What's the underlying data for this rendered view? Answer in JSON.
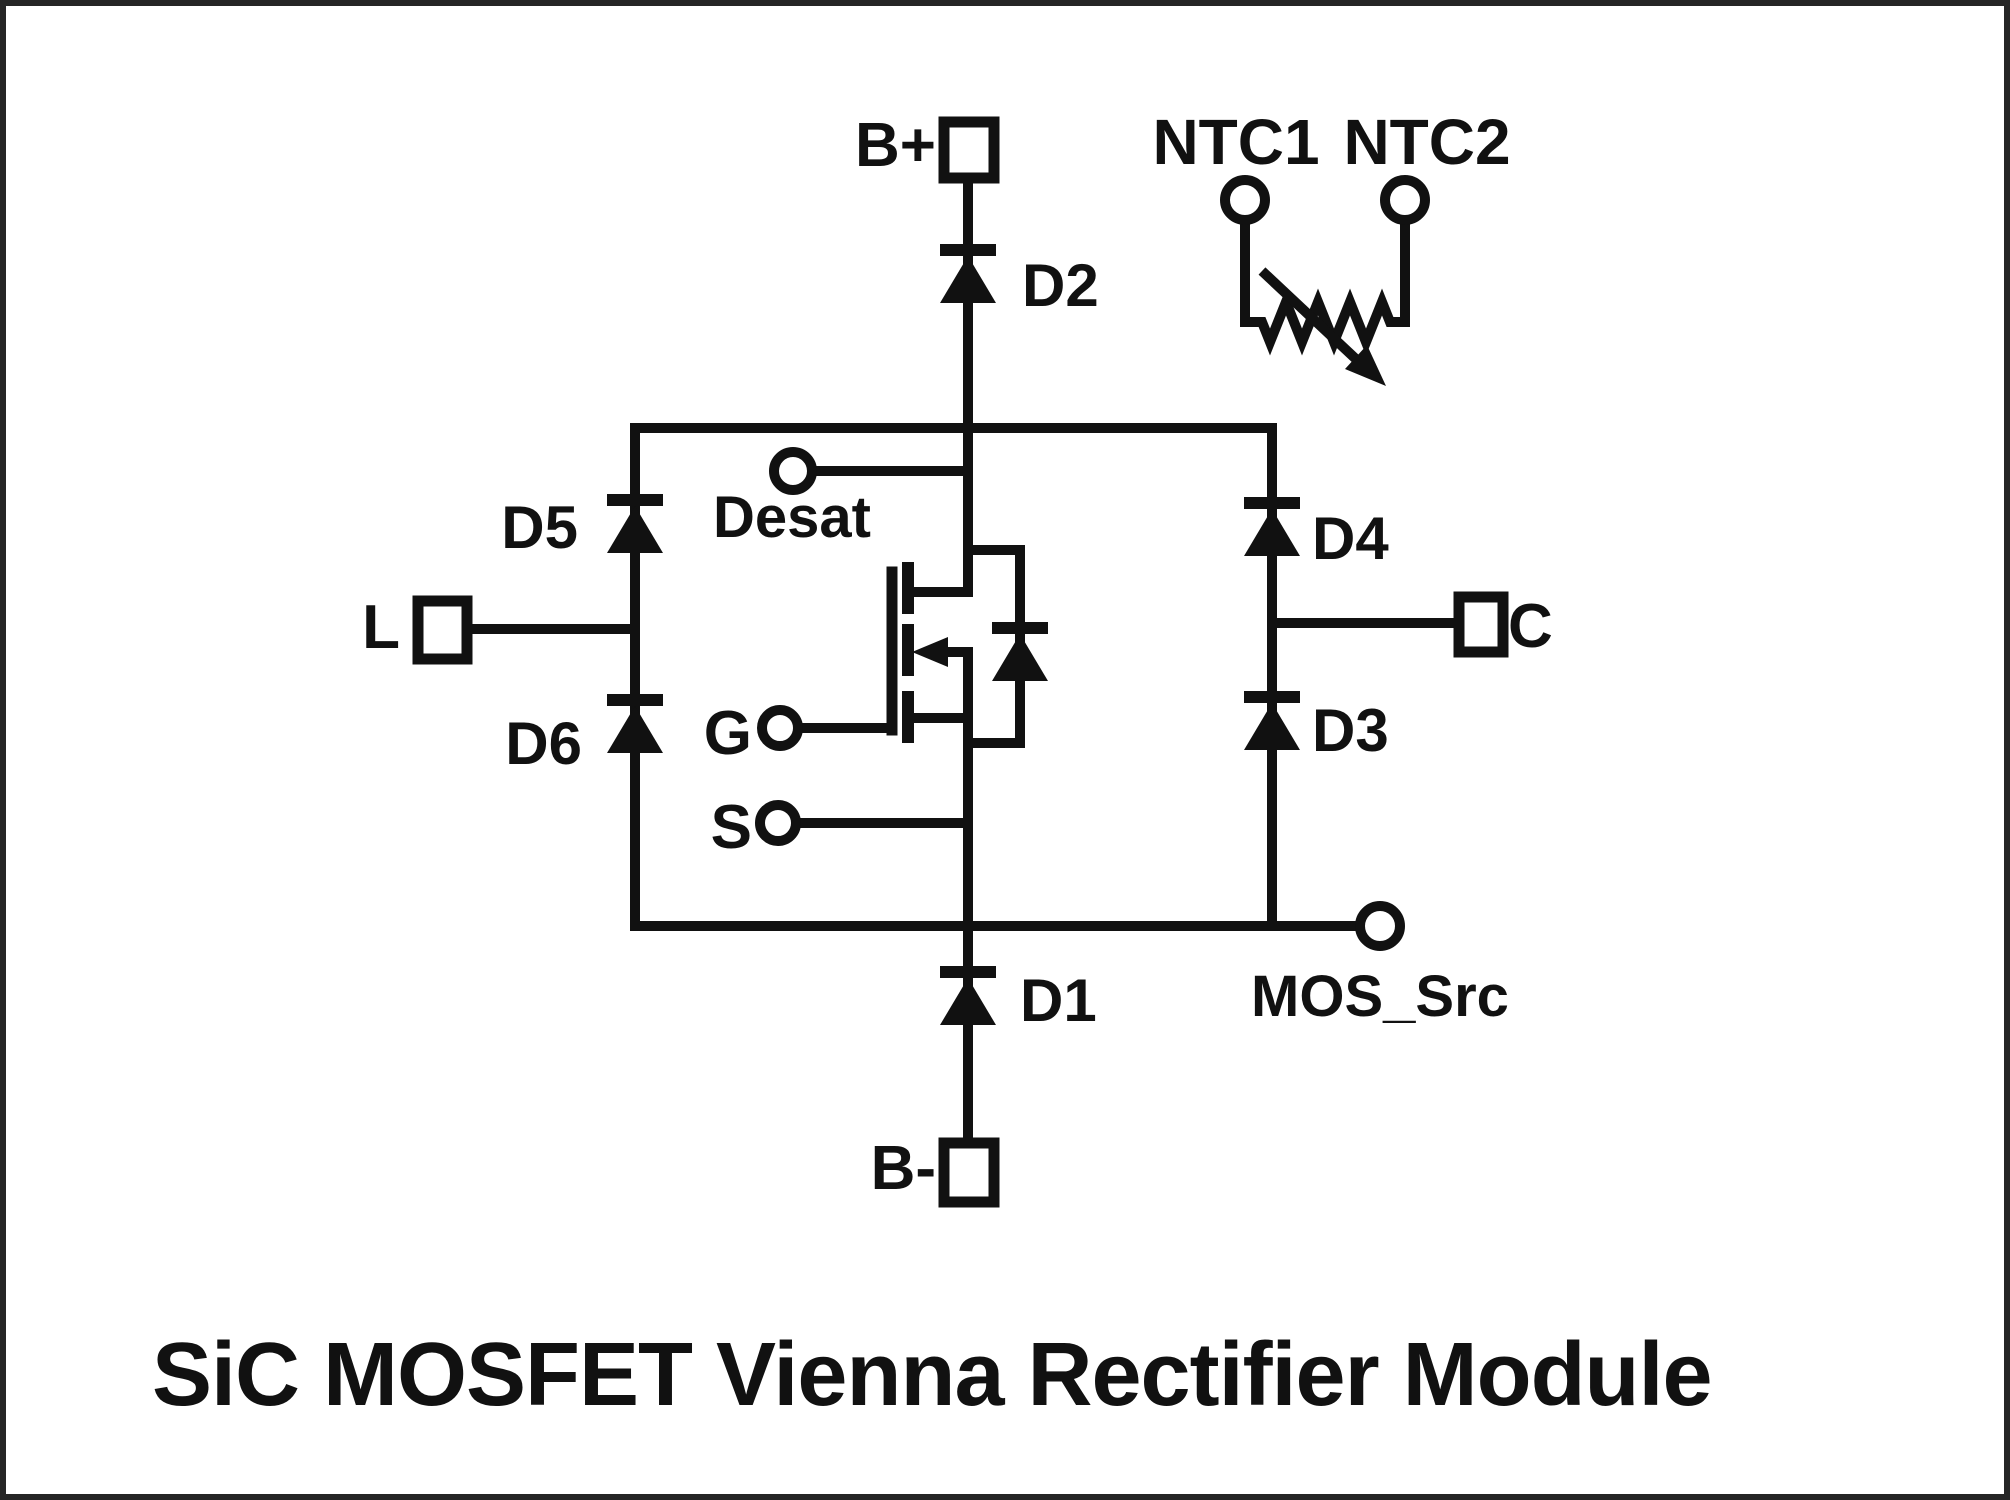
{
  "title": "SiC MOSFET Vienna Rectifier Module",
  "terminals": {
    "b_plus": "B+",
    "b_minus": "B-",
    "line_in": "L",
    "collector": "C",
    "ntc1": "NTC1",
    "ntc2": "NTC2",
    "mos_src": "MOS_Src"
  },
  "pins": {
    "desat": "Desat",
    "gate": "G",
    "source": "S"
  },
  "diodes": {
    "d1": "D1",
    "d2": "D2",
    "d3": "D3",
    "d4": "D4",
    "d5": "D5",
    "d6": "D6"
  },
  "colors": {
    "line": "#111111",
    "background": "#ffffff",
    "frame": "#262626"
  }
}
